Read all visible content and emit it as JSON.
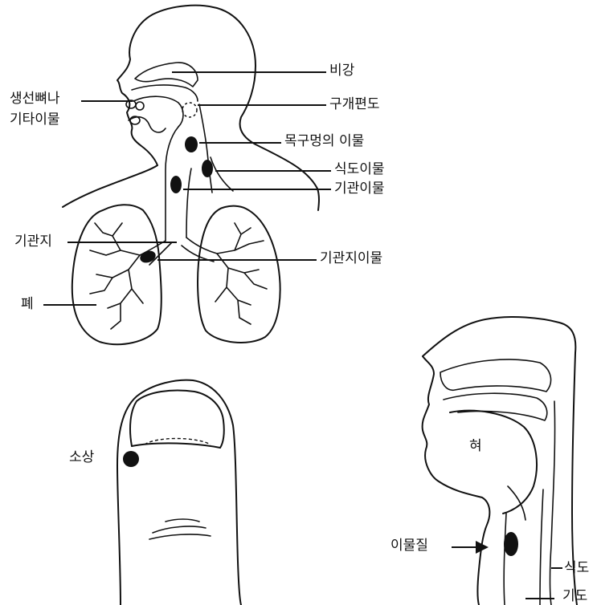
{
  "labels": {
    "nasal_cavity": "비강",
    "oropharyngeal_foreign_body": "생선뼈나",
    "oropharyngeal_foreign_body_2": "기타이물",
    "tonsil": "구개편도",
    "throat_foreign_body": "목구멍의 이물",
    "esophageal_foreign_body": "식도이물",
    "tracheal_foreign_body": "기관이물",
    "bronchus": "기관지",
    "bronchial_foreign_body": "기관지이물",
    "lung": "폐",
    "burn": "소상",
    "tongue": "혀",
    "foreign_object": "이물질",
    "esophagus": "식도",
    "airway": "기도"
  }
}
